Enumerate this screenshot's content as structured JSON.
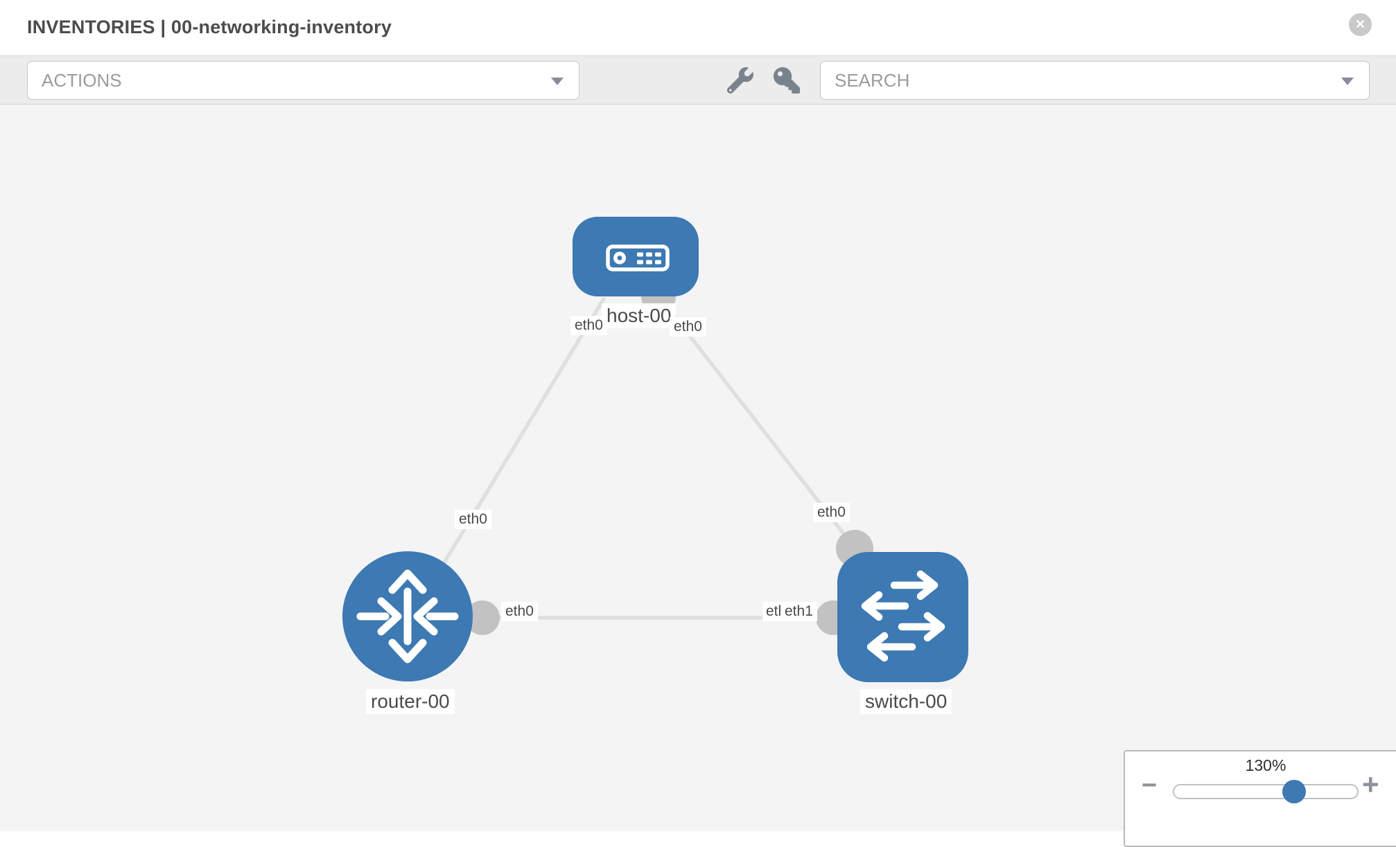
{
  "header": {
    "title": "INVENTORIES | 00-networking-inventory",
    "close_glyph": "✕"
  },
  "toolbar": {
    "actions_label": "ACTIONS",
    "search_placeholder": "SEARCH"
  },
  "topology": {
    "nodes": [
      {
        "id": "host-00",
        "type": "host",
        "label": "host-00"
      },
      {
        "id": "router-00",
        "type": "router",
        "label": "router-00"
      },
      {
        "id": "switch-00",
        "type": "switch",
        "label": "switch-00"
      }
    ],
    "links": [
      {
        "from": "host-00",
        "from_if": "eth0",
        "to": "router-00",
        "to_if": "eth0"
      },
      {
        "from": "host-00",
        "from_if": "eth0",
        "to": "switch-00",
        "to_if": "eth0"
      },
      {
        "from": "router-00",
        "from_if": "eth0",
        "to": "switch-00",
        "to_if": "eth1"
      }
    ],
    "interface_chips": {
      "host_if_left": "eth0",
      "host_if_right": "eth0",
      "diag_left_if": "eth0",
      "diag_right_if": "eth0",
      "router_if": "eth0",
      "switch_if_under": "eth0",
      "switch_if": "eth1"
    }
  },
  "zoom_control": {
    "value": "130%",
    "minus_glyph": "−",
    "plus_glyph": "+"
  },
  "colors": {
    "node_blue": "#3d79b2",
    "port_gray": "#c2c2c2",
    "link_gray": "#dfdfdf",
    "toolbar_bg": "#ececec",
    "canvas_bg": "#f4f4f4"
  }
}
